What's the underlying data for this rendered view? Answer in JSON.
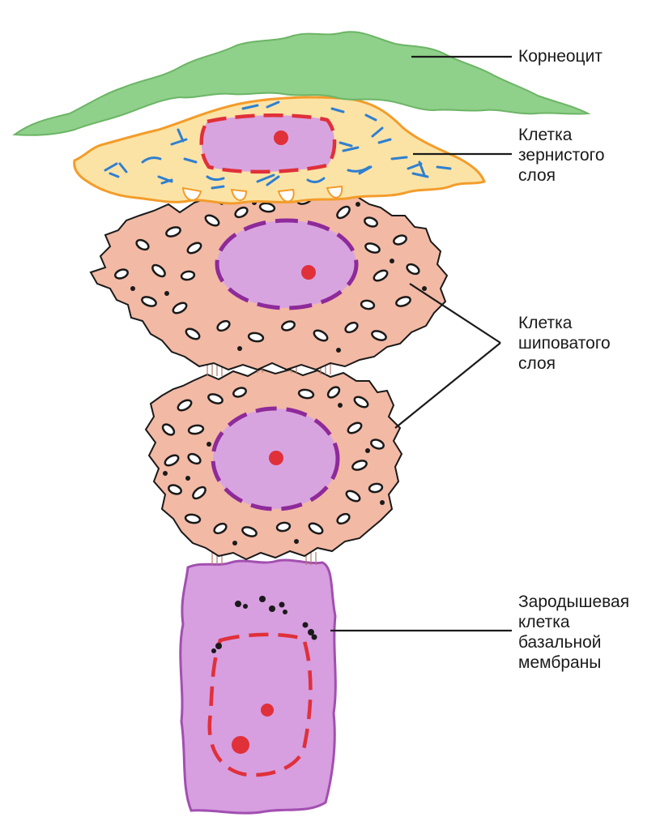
{
  "labels": {
    "corneocyte": "Корнеоцит",
    "granular": [
      "Клетка",
      "зернистого",
      "слоя"
    ],
    "spinous": [
      "Клетка",
      "шиповатого",
      "слоя"
    ],
    "basal": [
      "Зародышевая",
      "клетка",
      "базальной",
      "мембраны"
    ]
  },
  "colors": {
    "corneocyte_fill": "#8fd08a",
    "granular_fill": "#fbe3a6",
    "granular_outline": "#f39c2a",
    "granule_blue": "#2f7fd0",
    "spinous_fill": "#f2b9a5",
    "nucleus_fill": "#d8a4e0",
    "nucleus_purple": "#8e2a9a",
    "nucleus_red": "#e0303a",
    "basal_fill": "#d79ee0",
    "basal_outline": "#a24fb0",
    "leader_line": "#1a1a1a"
  }
}
